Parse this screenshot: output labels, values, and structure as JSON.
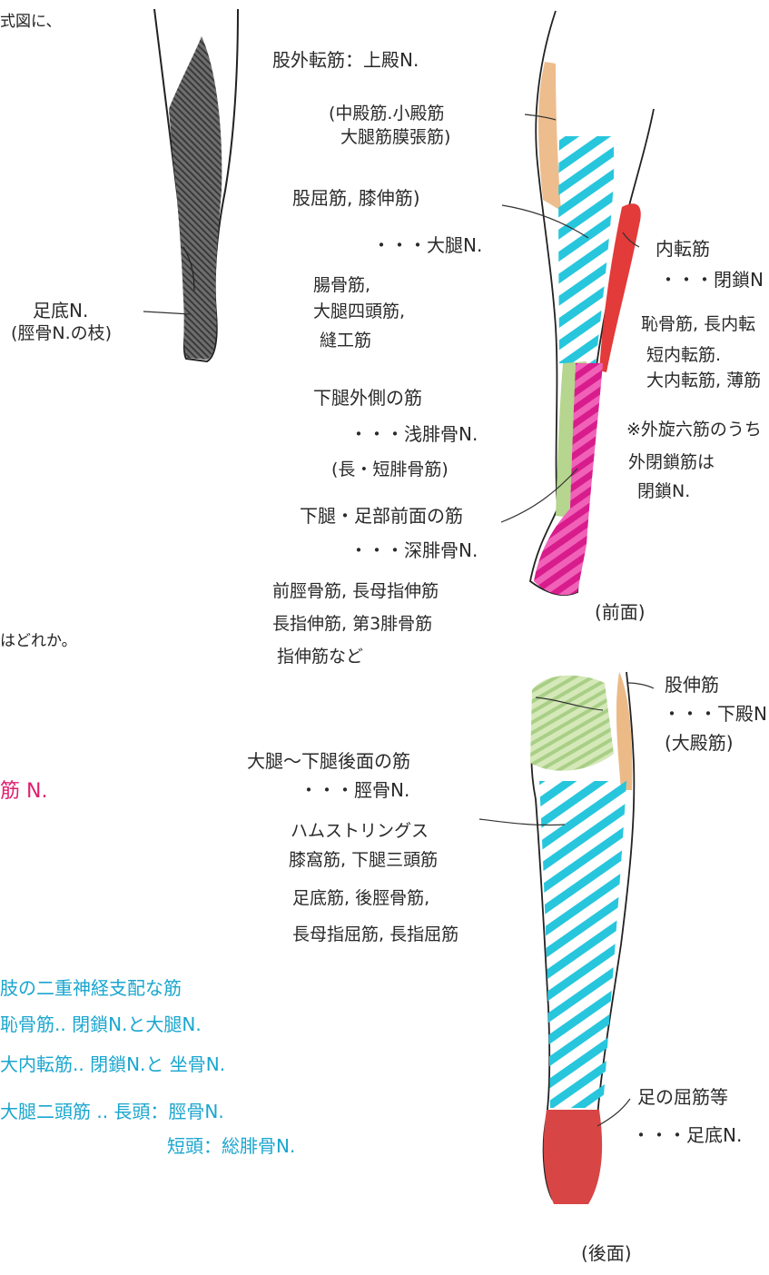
{
  "printed": {
    "top_fragment": "式図に、",
    "mid_fragment": "はどれか。"
  },
  "red_answer": "筋 N.",
  "left_figure": {
    "plantar_label": "足底N.",
    "plantar_sub": "(脛骨N.の枝)"
  },
  "anterior": {
    "caption": "(前面)",
    "hip_abductors": "股外転筋：上殿N.",
    "hip_abductors_list_1": "(中殿筋.小殿筋",
    "hip_abductors_list_2": "大腿筋膜張筋)",
    "flexors_1": "股屈筋, 膝伸筋)",
    "flexors_2": "・・・大腿N.",
    "flexors_list_1": "腸骨筋,",
    "flexors_list_2": "大腿四頭筋,",
    "flexors_list_3": "縫工筋",
    "lateral_1": "下腿外側の筋",
    "lateral_2": "・・・浅腓骨N.",
    "lateral_3": "(長・短腓骨筋)",
    "front_1": "下腿・足部前面の筋",
    "front_2": "・・・深腓骨N.",
    "front_list_1": "前脛骨筋, 長母指伸筋",
    "front_list_2": "長指伸筋, 第3腓骨筋",
    "front_list_3": "指伸筋など",
    "adductors_1": "内転筋",
    "adductors_2": "・・・閉鎖N",
    "adductors_list_1": "恥骨筋, 長内転",
    "adductors_list_2": "短内転筋.",
    "adductors_list_3": "大内転筋, 薄筋",
    "note_1": "※外旋六筋のうち",
    "note_2": "外閉鎖筋は",
    "note_3": "閉鎖N."
  },
  "posterior": {
    "caption": "(後面)",
    "extensor_1": "股伸筋",
    "extensor_2": "・・・下殿N.",
    "extensor_3": "(大殿筋)",
    "back_1": "大腿〜下腿後面の筋",
    "back_2": "・・・脛骨N.",
    "back_list_1": "ハムストリングス",
    "back_list_2": "膝窩筋, 下腿三頭筋",
    "back_list_3": "足底筋, 後脛骨筋,",
    "back_list_4": "長母指屈筋, 長指屈筋",
    "sole_1": "足の屈筋等",
    "sole_2": "・・・足底N."
  },
  "double_innervation": {
    "title": "肢の二重神経支配な筋",
    "line_1": "恥骨筋.. 閉鎖N.と大腿N.",
    "line_2": "大内転筋.. 閉鎖N.と 坐骨N.",
    "line_3": "大腿二頭筋 ..  長頭：脛骨N.",
    "line_4": "短頭：総腓骨N."
  },
  "colors": {
    "sciatic_cyan": "#27c6dd",
    "peroneal_magenta": "#e0208f",
    "obturator_red": "#e33a3a",
    "gluteal_orange": "#eab27a",
    "lateral_green": "#b6d58e",
    "plantar_red": "#d84545",
    "answer_pink": "#e0206e",
    "note_blue": "#1aa6cf"
  }
}
